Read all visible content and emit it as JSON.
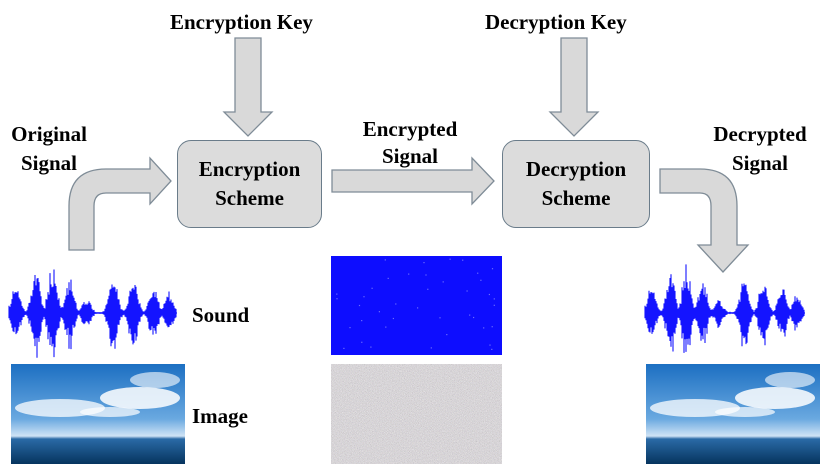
{
  "encryption_key_label": "Encryption Key",
  "decryption_key_label": "Decryption Key",
  "original_signal": {
    "line1": "Original",
    "line2": "Signal"
  },
  "encrypted_signal": {
    "line1": "Encrypted",
    "line2": "Signal"
  },
  "decrypted_signal": {
    "line1": "Decrypted",
    "line2": "Signal"
  },
  "encryption_scheme": {
    "line1": "Encryption",
    "line2": "Scheme"
  },
  "decryption_scheme": {
    "line1": "Decryption",
    "line2": "Scheme"
  },
  "sound_label": "Sound",
  "image_label": "Image",
  "colors": {
    "arrow_fill": "#d9d9d9",
    "arrow_stroke": "#7f8c97",
    "box_fill": "#dcdcdc",
    "waveform": "#1414ff",
    "encrypted_sound": "#0d0dff",
    "sky_top": "#1f78c9",
    "sea": "#0d4f86"
  },
  "icons": [
    "waveform-icon",
    "ocean-image",
    "noise-image"
  ]
}
